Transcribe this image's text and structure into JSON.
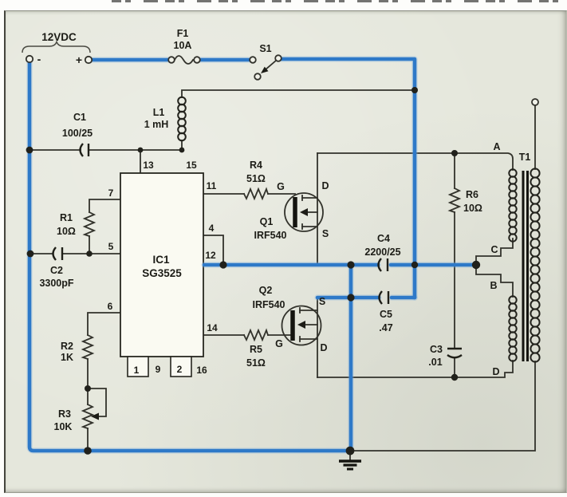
{
  "figure": {
    "bg": "#e5e7dc",
    "ink": "#32322b",
    "highlight": "#2e79c8"
  },
  "battery": {
    "label": "12VDC",
    "minus": "-",
    "plus": "+"
  },
  "fuse": {
    "ref": "F1",
    "value": "10A"
  },
  "switch": {
    "ref": "S1"
  },
  "inductor": {
    "ref": "L1",
    "value": "1 mH"
  },
  "cap_c1": {
    "ref": "C1",
    "value": "100/25"
  },
  "cap_c2": {
    "ref": "C2",
    "value": "3300pF"
  },
  "cap_c3": {
    "ref": "C3",
    "value": ".01"
  },
  "cap_c4": {
    "ref": "C4",
    "value": "2200/25"
  },
  "cap_c5": {
    "ref": "C5",
    "value": ".47"
  },
  "res_r1": {
    "ref": "R1",
    "value": "10Ω"
  },
  "res_r2": {
    "ref": "R2",
    "value": "1K"
  },
  "res_r3": {
    "ref": "R3",
    "value": "10K"
  },
  "res_r4": {
    "ref": "R4",
    "value": "51Ω"
  },
  "res_r5": {
    "ref": "R5",
    "value": "51Ω"
  },
  "res_r6": {
    "ref": "R6",
    "value": "10Ω"
  },
  "ic": {
    "ref": "IC1",
    "part": "SG3525",
    "pin13": "13",
    "pin15": "15",
    "pin7": "7",
    "pin5": "5",
    "pin6": "6",
    "pin11": "11",
    "pin4": "4",
    "pin12": "12",
    "pin14": "14",
    "pin1": "1",
    "pin9": "9",
    "pin2": "2",
    "pin16": "16"
  },
  "q1": {
    "ref": "Q1",
    "part": "IRF540",
    "g": "G",
    "d": "D",
    "s": "S"
  },
  "q2": {
    "ref": "Q2",
    "part": "IRF540",
    "g": "G",
    "d": "D",
    "s": "S"
  },
  "transformer": {
    "ref": "T1",
    "term_a": "A",
    "term_b": "B",
    "term_c": "C",
    "term_d": "D"
  }
}
